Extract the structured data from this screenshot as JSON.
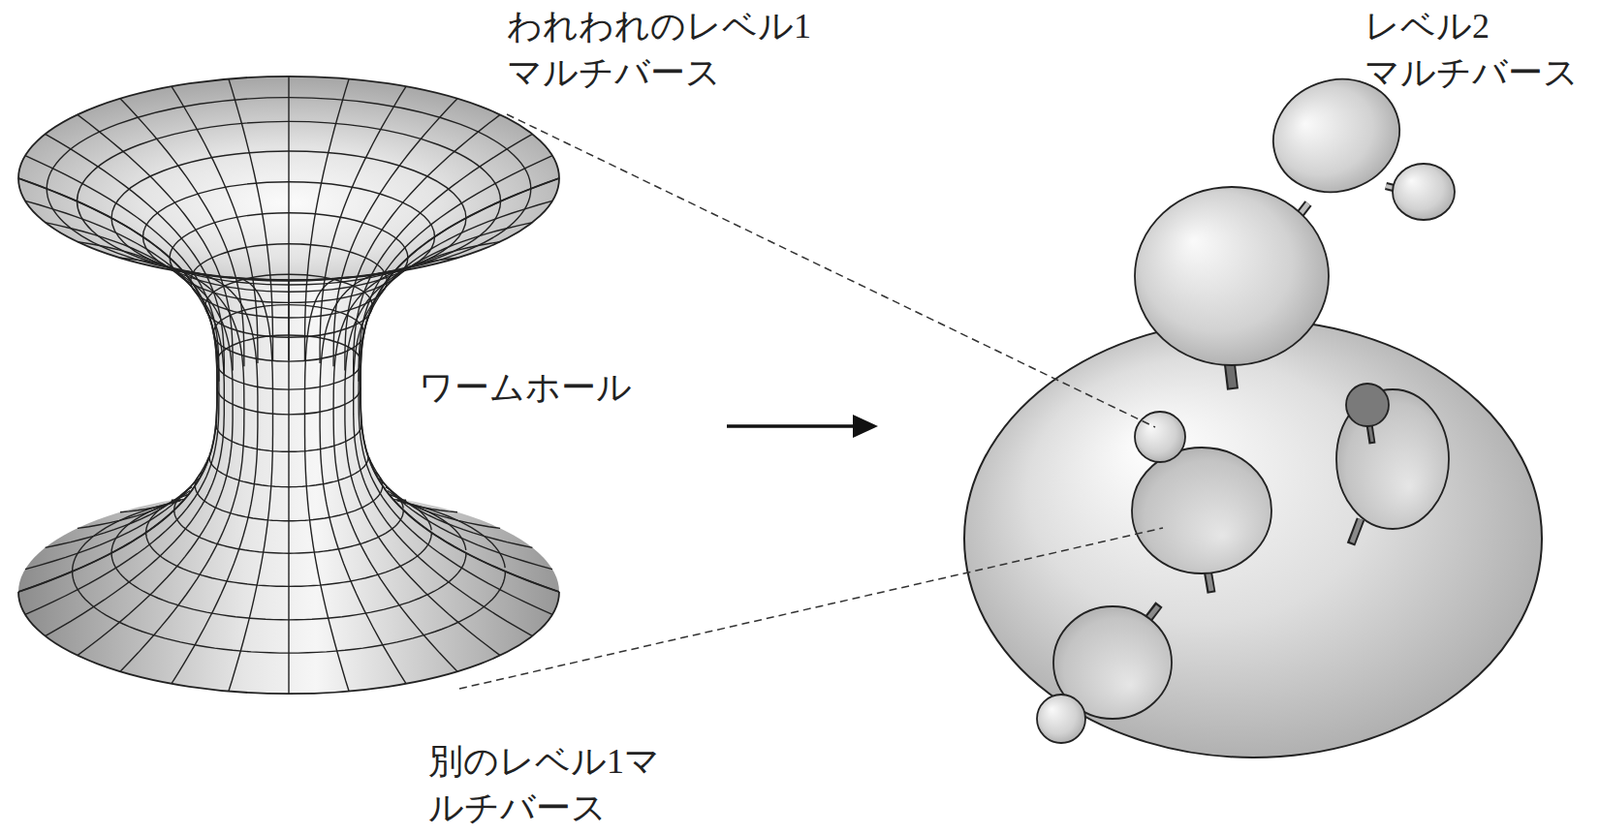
{
  "diagram": {
    "labels": [
      "われわれのレベル1 マルチバース",
      "レベル2 マルチバース",
      "ワームホール",
      "別のレベル1マ ルチバース"
    ]
  }
}
